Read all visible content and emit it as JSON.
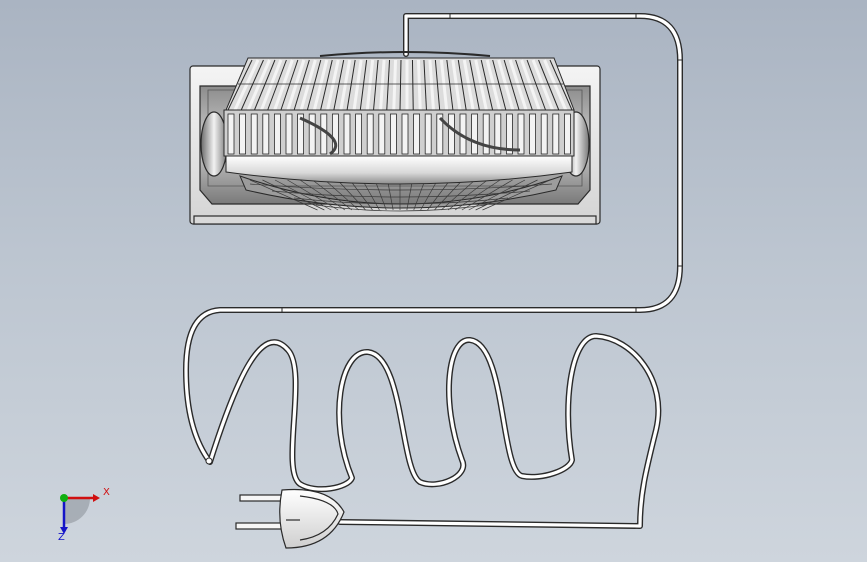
{
  "viewport": {
    "background_top": "#aab4c2",
    "background_bottom": "#ced5dd"
  },
  "model": {
    "parts": [
      "fan-base",
      "fan-head-guard",
      "power-cord",
      "power-plug"
    ],
    "line_color": "#2a2a2a",
    "cord_color": "#ffffff"
  },
  "triad": {
    "x_label": "X",
    "z_label": "Z",
    "x_color": "#d01010",
    "y_color": "#10b010",
    "z_color": "#1414c8"
  }
}
